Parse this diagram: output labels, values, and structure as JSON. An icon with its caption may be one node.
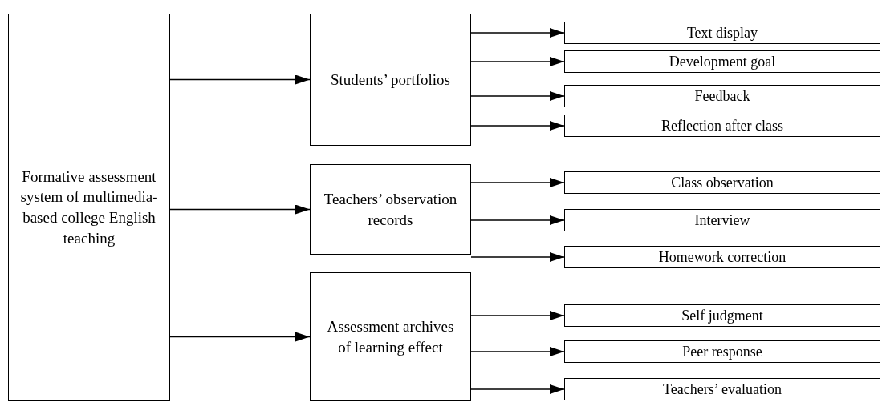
{
  "diagram": {
    "nodes": [
      {
        "text": [
          "Formative assessment system of multimedia-based college English teaching"
        ]
      },
      {
        "text": [
          "Students’ portfolios"
        ]
      },
      {
        "text": [
          "Teachers’ observation records"
        ]
      },
      {
        "text": [
          "Assessment archives of learning effect"
        ]
      },
      {
        "text": [
          "Text display"
        ]
      },
      {
        "text": [
          "Development goal"
        ]
      },
      {
        "text": [
          "Feedback"
        ]
      },
      {
        "text": [
          "Reflection after class"
        ]
      },
      {
        "text": [
          "Class observation"
        ]
      },
      {
        "text": [
          "Interview"
        ]
      },
      {
        "text": [
          "Homework correction"
        ]
      },
      {
        "text": [
          "Self judgment"
        ]
      },
      {
        "text": [
          "Peer response"
        ]
      },
      {
        "text": [
          "Teachers’ evaluation"
        ]
      }
    ],
    "edges": [
      {
        "from": 0,
        "to": 1,
        "arrow": "to"
      },
      {
        "from": 0,
        "to": 2,
        "arrow": "to"
      },
      {
        "from": 0,
        "to": 3,
        "arrow": "to"
      },
      {
        "from": 1,
        "to": 4,
        "arrow": "to"
      },
      {
        "from": 1,
        "to": 5,
        "arrow": "to"
      },
      {
        "from": 1,
        "to": 6,
        "arrow": "to"
      },
      {
        "from": 1,
        "to": 7,
        "arrow": "to"
      },
      {
        "from": 2,
        "to": 8,
        "arrow": "to"
      },
      {
        "from": 2,
        "to": 9,
        "arrow": "to"
      },
      {
        "from": 2,
        "to": 10,
        "arrow": "to"
      },
      {
        "from": 3,
        "to": 11,
        "arrow": "to"
      },
      {
        "from": 3,
        "to": 12,
        "arrow": "to"
      },
      {
        "from": 3,
        "to": 13,
        "arrow": "to"
      }
    ]
  }
}
